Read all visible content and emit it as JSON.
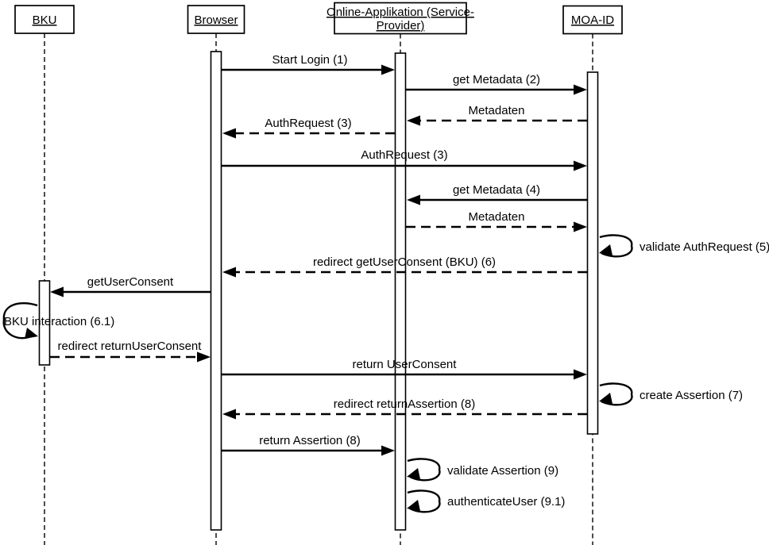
{
  "diagram": {
    "type": "uml-sequence-diagram",
    "actors": [
      {
        "id": "bku",
        "label": "BKU"
      },
      {
        "id": "browser",
        "label": "Browser"
      },
      {
        "id": "online-applikation",
        "label": "Online-Applikation (Service-Provider)",
        "lines": [
          "Online-Applikation (Service-",
          "Provider)"
        ]
      },
      {
        "id": "moa-id",
        "label": "MOA-ID"
      }
    ],
    "messages": [
      {
        "label": "Start Login (1)",
        "from": "Browser",
        "to": "Online-Applikation (Service-Provider)",
        "kind": "message",
        "line": "solid"
      },
      {
        "label": "get Metadata (2)",
        "from": "Online-Applikation (Service-Provider)",
        "to": "MOA-ID",
        "kind": "message",
        "line": "solid"
      },
      {
        "label": "Metadaten",
        "from": "MOA-ID",
        "to": "Online-Applikation (Service-Provider)",
        "kind": "message",
        "line": "dashed"
      },
      {
        "label": "AuthRequest (3)",
        "from": "Online-Applikation (Service-Provider)",
        "to": "Browser",
        "kind": "message",
        "line": "dashed"
      },
      {
        "label": "AuthRequest (3)",
        "from": "Browser",
        "to": "MOA-ID",
        "kind": "message",
        "line": "solid"
      },
      {
        "label": "get Metadata (4)",
        "from": "MOA-ID",
        "to": "Online-Applikation (Service-Provider)",
        "kind": "message",
        "line": "solid"
      },
      {
        "label": "Metadaten",
        "from": "Online-Applikation (Service-Provider)",
        "to": "MOA-ID",
        "kind": "message",
        "line": "dashed"
      },
      {
        "label": "validate AuthRequest (5)",
        "from": "MOA-ID",
        "to": "MOA-ID",
        "kind": "self",
        "line": "solid"
      },
      {
        "label": "redirect getUserConsent (BKU) (6)",
        "from": "MOA-ID",
        "to": "Browser",
        "kind": "message",
        "line": "dashed"
      },
      {
        "label": "getUserConsent",
        "from": "Browser",
        "to": "BKU",
        "kind": "message",
        "line": "solid"
      },
      {
        "label": "BKU interaction (6.1)",
        "from": "BKU",
        "to": "BKU",
        "kind": "self",
        "line": "solid"
      },
      {
        "label": "redirect returnUserConsent",
        "from": "BKU",
        "to": "Browser",
        "kind": "message",
        "line": "dashed"
      },
      {
        "label": "return UserConsent",
        "from": "Browser",
        "to": "MOA-ID",
        "kind": "message",
        "line": "solid"
      },
      {
        "label": "create Assertion (7)",
        "from": "MOA-ID",
        "to": "MOA-ID",
        "kind": "self",
        "line": "solid"
      },
      {
        "label": "redirect returnAssertion (8)",
        "from": "MOA-ID",
        "to": "Browser",
        "kind": "message",
        "line": "dashed"
      },
      {
        "label": "return Assertion (8)",
        "from": "Browser",
        "to": "Online-Applikation (Service-Provider)",
        "kind": "message",
        "line": "solid"
      },
      {
        "label": "validate Assertion (9)",
        "from": "Online-Applikation (Service-Provider)",
        "to": "Online-Applikation (Service-Provider)",
        "kind": "self",
        "line": "solid"
      },
      {
        "label": "authenticateUser (9.1)",
        "from": "Online-Applikation (Service-Provider)",
        "to": "Online-Applikation (Service-Provider)",
        "kind": "self",
        "line": "solid"
      }
    ],
    "colors": {
      "line": "#000000",
      "background": "#ffffff",
      "activation_fill": "#ffffff"
    }
  }
}
